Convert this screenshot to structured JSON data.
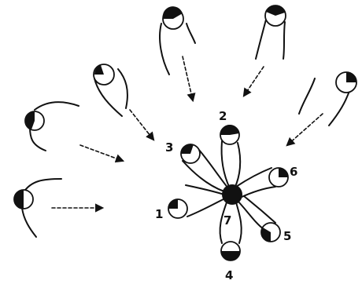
{
  "labels": {
    "arm_1": "1",
    "arm_2": "2",
    "arm_3": "3",
    "arm_4": "4",
    "arm_5": "5",
    "arm_6": "6",
    "center": "7"
  }
}
